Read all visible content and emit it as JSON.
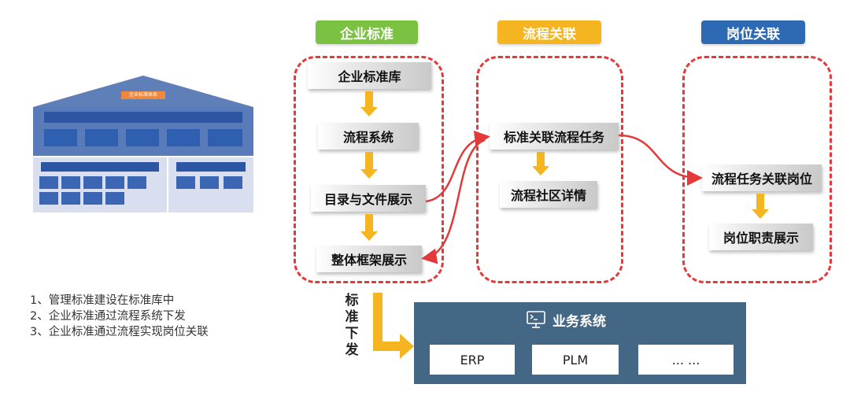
{
  "tags": {
    "enterprise_standard": "企业标准",
    "process_link": "流程关联",
    "position_link": "岗位关联"
  },
  "colors": {
    "green_tag": "#7cc242",
    "orange_tag": "#f5b520",
    "blue_tag": "#2e69b3",
    "dash": "#e23a3a",
    "flow_arrow": "#f5b520",
    "curve": "#e23a3a",
    "biz_panel": "#436784"
  },
  "column1": {
    "steps": [
      "企业标准库",
      "流程系统",
      "目录与文件展示",
      "整体框架展示"
    ]
  },
  "column2": {
    "steps": [
      "标准关联流程任务",
      "流程社区详情"
    ]
  },
  "column3": {
    "steps": [
      "流程任务关联岗位",
      "岗位职责展示"
    ]
  },
  "vertical_label": [
    "标",
    "准",
    "下",
    "发"
  ],
  "business_system": {
    "title": "业务系统",
    "icon": "monitor-terminal-icon",
    "items": [
      "ERP",
      "PLM",
      "... ..."
    ]
  },
  "notes": [
    "1、管理标准建设在标准库中",
    "2、企业标准通过流程系统下发",
    "3、企业标准通过流程实现岗位关联"
  ],
  "thumbnail": {
    "roof_label": "企业标准体系"
  }
}
